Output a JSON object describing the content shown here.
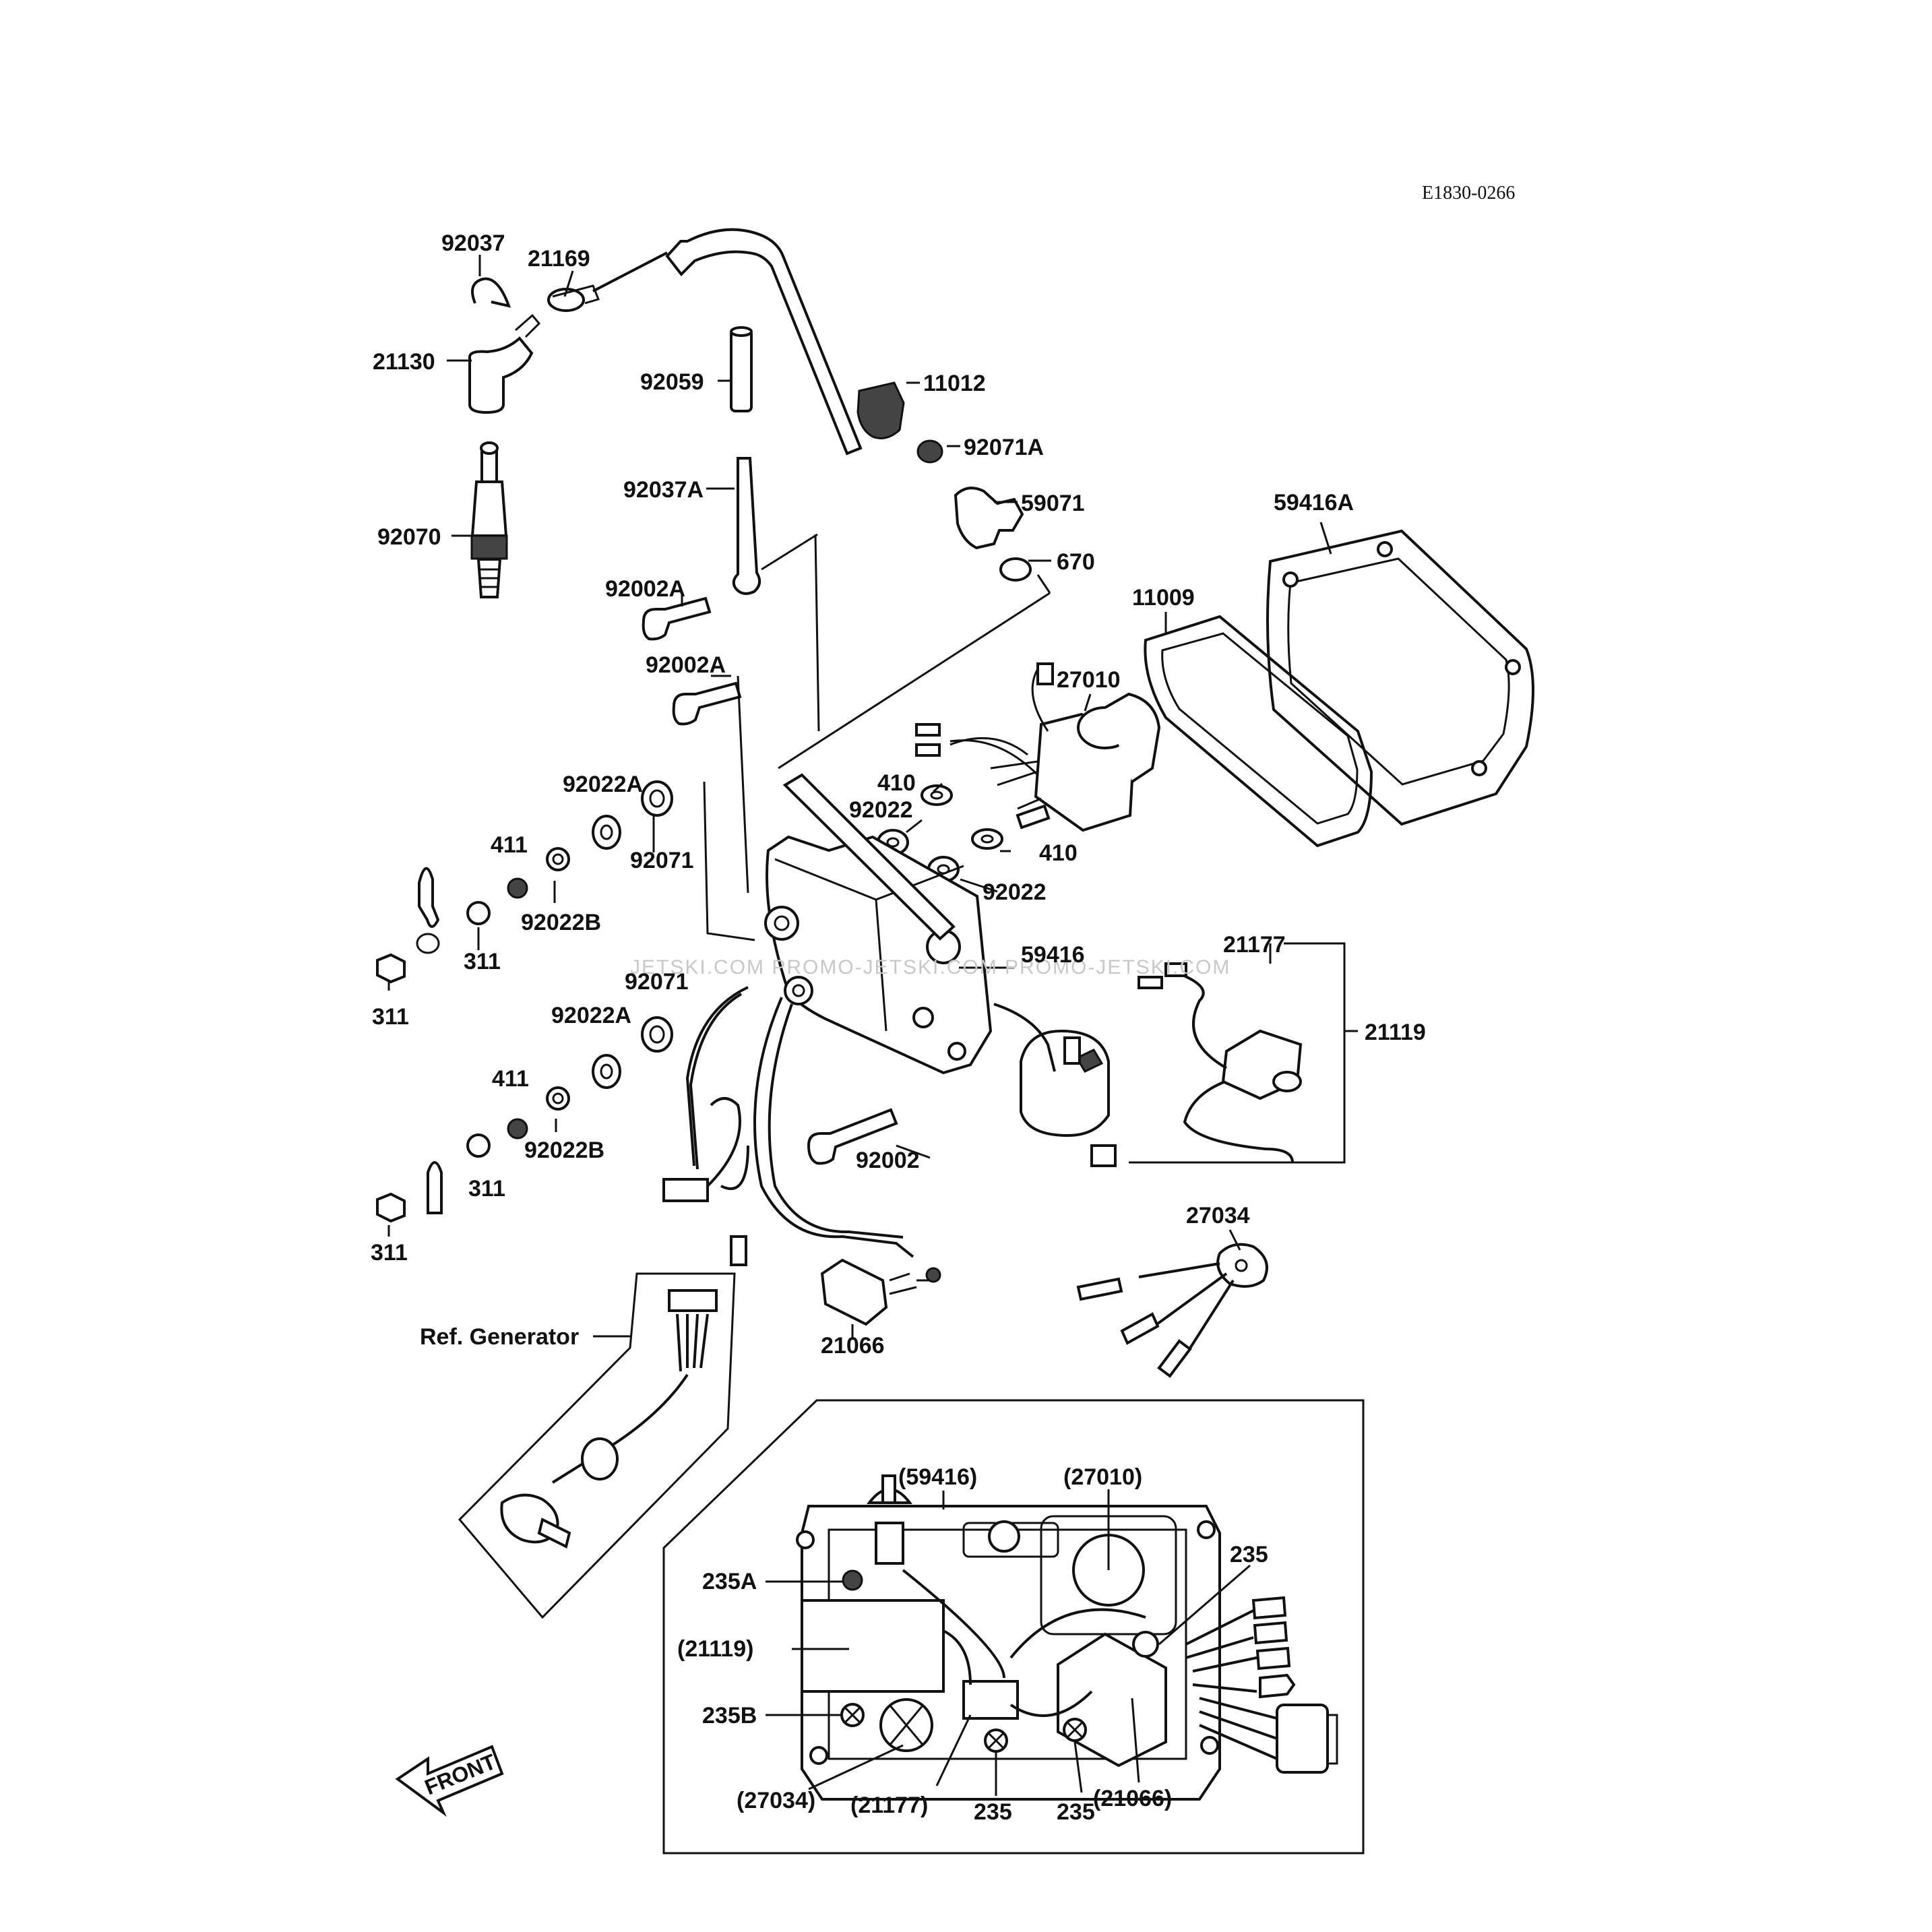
{
  "diagram_code": "E1830-0266",
  "watermark": "JETSKI.COM PROMO-JETSKI.COM PROMO-JETSKI.COM",
  "front_label": "FRONT",
  "ref_generator": "Ref. Generator",
  "labels": {
    "p92037": "92037",
    "p21169": "21169",
    "p21130": "21130",
    "p92059": "92059",
    "p11012": "11012",
    "p92071A": "92071A",
    "p92037A": "92037A",
    "p59071": "59071",
    "p59416A": "59416A",
    "p92070": "92070",
    "p670": "670",
    "p92002A_1": "92002A",
    "p11009": "11009",
    "p92002A_2": "92002A",
    "p27010": "27010",
    "p92022A_1": "92022A",
    "p410_1": "410",
    "p92022_1": "92022",
    "p411_1": "411",
    "p92071_1": "92071",
    "p410_2": "410",
    "p92022B_1": "92022B",
    "p92022_2": "92022",
    "p311_1": "311",
    "p59416": "59416",
    "p21177": "21177",
    "p311_2": "311",
    "p92071_2": "92071",
    "p92022A_2": "92022A",
    "p21119": "21119",
    "p411_2": "411",
    "p92022B_2": "92022B",
    "p92002": "92002",
    "p311_3": "311",
    "p27034": "27034",
    "p311_4": "311",
    "p21066": "21066"
  },
  "inset": {
    "ref_59416": "(59416)",
    "ref_27010": "(27010)",
    "p235_top": "235",
    "p235A": "235A",
    "ref_21119": "(21119)",
    "p235B": "235B",
    "ref_27034": "(27034)",
    "ref_21177": "(21177)",
    "p235_b1": "235",
    "p235_b2": "235",
    "ref_21066": "(21066)"
  }
}
